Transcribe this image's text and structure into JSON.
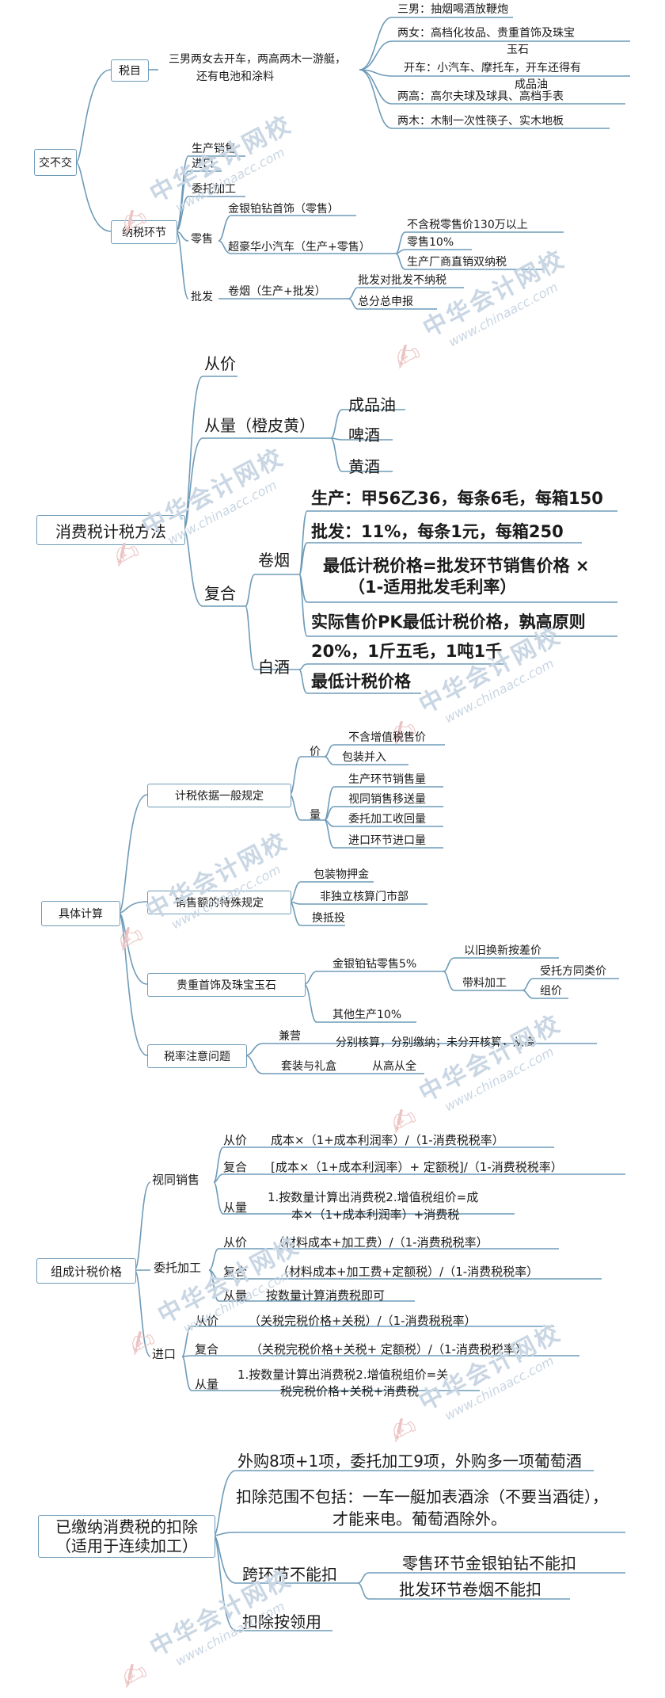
{
  "watermark": {
    "cn": "中华会计网校",
    "url": "www.chinaacc.com"
  },
  "s1": {
    "root": "交不交",
    "shuimu": "税目",
    "summary": [
      "三男两女去开车，两高两木一游艇，",
      "还有电池和涂料"
    ],
    "items": [
      "三男：抽烟喝酒放鞭炮",
      "两女：高档化妆品、贵重首饰及珠宝",
      "玉石",
      "开车：小汽车、摩托车，开车还得有",
      "成品油",
      "两高：高尔夫球及球具、高档手表",
      "两木：木制一次性筷子、实木地板"
    ],
    "nashui": "纳税环节",
    "links": [
      "生产销售",
      "进口",
      "委托加工"
    ],
    "lingshou": "零售",
    "lingshou_items": [
      "金银铂钻首饰（零售）",
      "超豪华小汽车（生产+零售）"
    ],
    "car_items": [
      "不含税零售价130万以上",
      "零售10%",
      "生产厂商直销双纳税"
    ],
    "pifa": "批发",
    "pifa_item": "卷烟（生产+批发）",
    "pifa_sub": [
      "批发对批发不纳税",
      "总分总申报"
    ]
  },
  "s2": {
    "root": "消费税计税方法",
    "congjia": "从价",
    "congliang": "从量（橙皮黄）",
    "liang_items": [
      "成品油",
      "啤酒",
      "黄酒"
    ],
    "fuhe": "复合",
    "juanyan": "卷烟",
    "juanyan_items": [
      "生产：甲56乙36，每条6毛，每箱150",
      "批发：11%，每条1元，每箱250",
      "最低计税价格=批发环节销售价格 ×",
      "（1-适用批发毛利率）",
      "实际售价PK最低计税价格，孰高原则"
    ],
    "baijiu": "白酒",
    "baijiu_items": [
      "20%，1斤五毛，1吨1千",
      "最低计税价格"
    ]
  },
  "s3": {
    "root": "具体计算",
    "b1": "计税依据一般规定",
    "jia": "价",
    "jia_items": [
      "不含增值税售价",
      "包装并入"
    ],
    "liang": "量",
    "liang_items": [
      "生产环节销售量",
      "视同销售移送量",
      "委托加工收回量",
      "进口环节进口量"
    ],
    "b2": "销售额的特殊规定",
    "b2_items": [
      "包装物押金",
      "非独立核算门市部",
      "换抵投"
    ],
    "b3": "贵重首饰及珠宝玉石",
    "jinyin": "金银铂钻零售5%",
    "jinyin_items": [
      "以旧换新按差价",
      "带料加工"
    ],
    "daliao": [
      "受托方同类价",
      "组价"
    ],
    "qita": "其他生产10%",
    "b4": "税率注意问题",
    "jianying": "兼营",
    "jianying_item": "分别核算，分别缴纳；未分开核算，从高",
    "taozhuang": "套装与礼盒",
    "taozhuang_item": "从高从全"
  },
  "s4": {
    "root": "组成计税价格",
    "shitong": "视同销售",
    "shitong_items": [
      {
        "k": "从价",
        "v": "成本×（1+成本利润率）/（1-消费税税率）"
      },
      {
        "k": "复合",
        "v": "[成本×（1+成本利润率）+ 定额税]/（1-消费税税率）"
      },
      {
        "k": "从量",
        "v": "1.按数量计算出消费税2.增值税组价=成",
        "v2": "本×（1+成本利润率）+消费税"
      }
    ],
    "weituo": "委托加工",
    "weituo_items": [
      {
        "k": "从价",
        "v": "（材料成本+加工费）/（1-消费税税率）"
      },
      {
        "k": "复合",
        "v": "（材料成本+加工费+定额税）/（1-消费税税率）"
      },
      {
        "k": "从量",
        "v": "按数量计算消费税即可"
      }
    ],
    "jinkou": "进口",
    "jinkou_items": [
      {
        "k": "从价",
        "v": "（关税完税价格+关税）/（1-消费税税率）"
      },
      {
        "k": "复合",
        "v": "（关税完税价格+关税+ 定额税）/（1-消费税税率）"
      },
      {
        "k": "从量",
        "v": "1.按数量计算出消费税2.增值税组价=关",
        "v2": "税完税价格+关税+消费税"
      }
    ]
  },
  "s5": {
    "root": [
      "已缴纳消费税的扣除",
      "（适用于连续加工）"
    ],
    "b1": "外购8项+1项，委托加工9项，外购多一项葡萄酒",
    "b2": [
      "扣除范围不包括：一车一艇加表酒涂（不要当酒徒），",
      "才能来电。葡萄酒除外。"
    ],
    "b3": "跨环节不能扣",
    "b3_items": [
      "零售环节金银铂钻不能扣",
      "批发环节卷烟不能扣"
    ],
    "b4": "扣除按领用"
  }
}
